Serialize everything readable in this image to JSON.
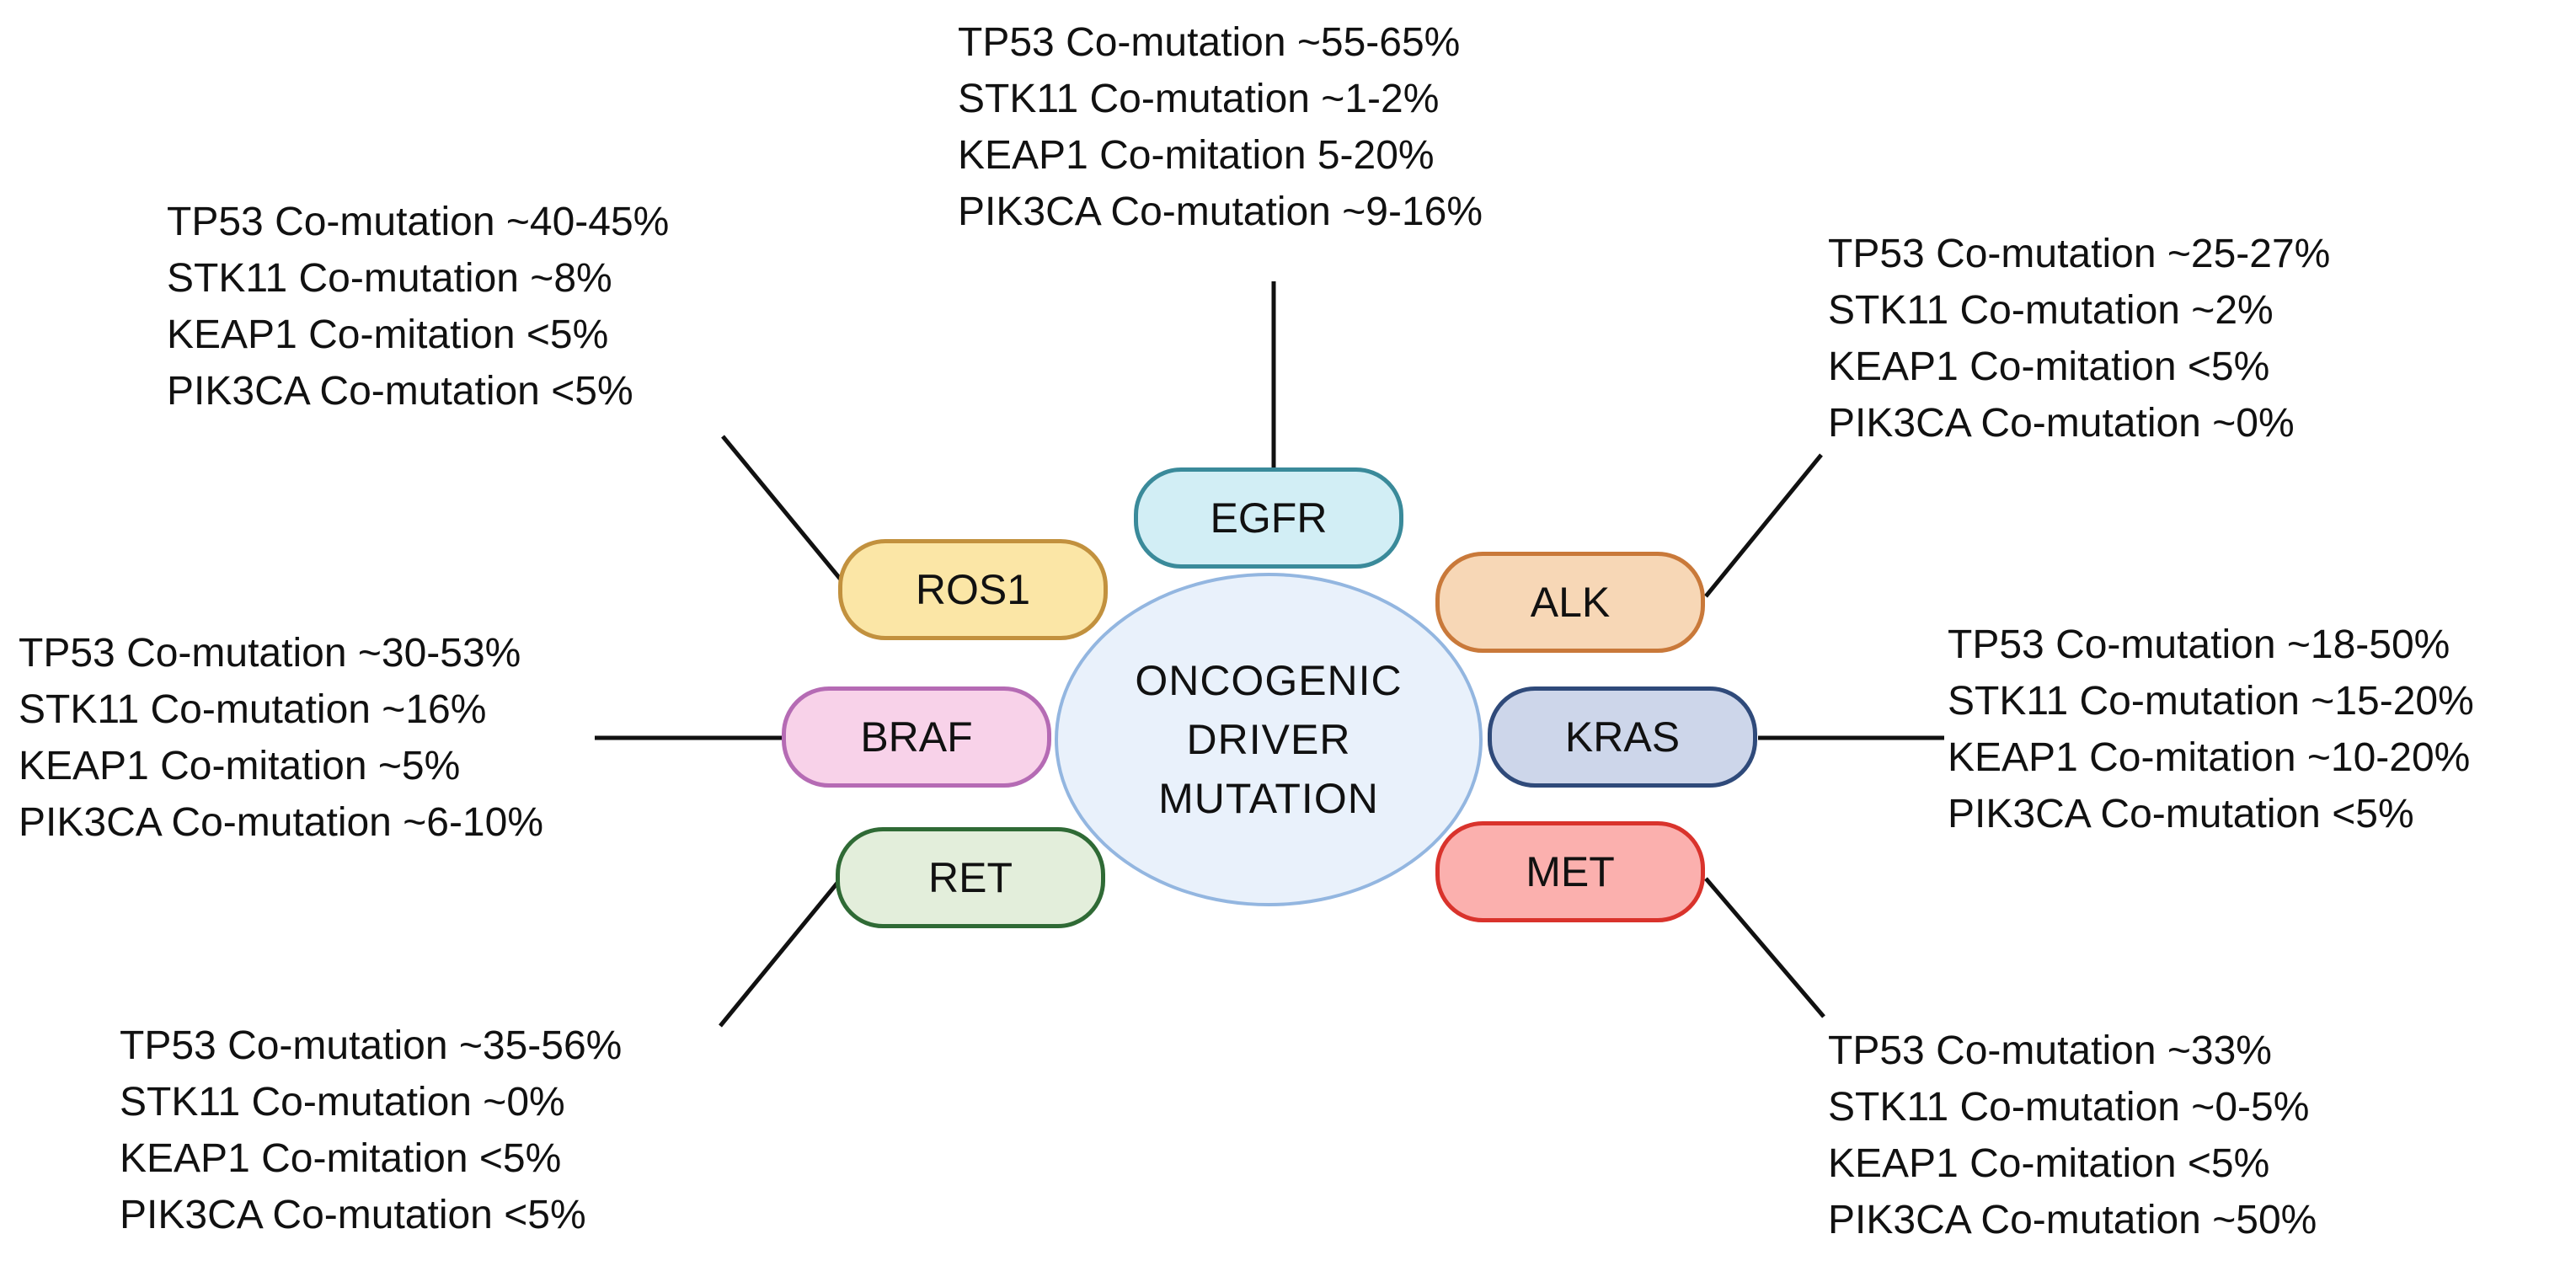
{
  "center": {
    "lines": [
      "ONCOGENIC",
      "DRIVER",
      "MUTATION"
    ]
  },
  "drivers": [
    {
      "key": "egfr",
      "label": "EGFR",
      "fill": "#d2eef5",
      "stroke": "#3a8a9a",
      "lines": [
        "TP53 Co-mutation ~55-65%",
        "STK11 Co-mutation ~1-2%",
        "KEAP1 Co-mitation 5-20%",
        "PIK3CA Co-mutation ~9-16%"
      ]
    },
    {
      "key": "ros1",
      "label": "ROS1",
      "fill": "#fbe6a6",
      "stroke": "#c2913e",
      "lines": [
        "TP53 Co-mutation ~40-45%",
        "STK11 Co-mutation ~8%",
        "KEAP1 Co-mitation <5%",
        "PIK3CA Co-mutation <5%"
      ]
    },
    {
      "key": "alk",
      "label": "ALK",
      "fill": "#f7d7b6",
      "stroke": "#c9793a",
      "lines": [
        "TP53 Co-mutation ~25-27%",
        "STK11 Co-mutation ~2%",
        "KEAP1 Co-mitation <5%",
        "PIK3CA Co-mutation ~0%"
      ]
    },
    {
      "key": "braf",
      "label": "BRAF",
      "fill": "#f8d2e9",
      "stroke": "#b56bb4",
      "lines": [
        "TP53 Co-mutation ~30-53%",
        "STK11 Co-mutation ~16%",
        "KEAP1 Co-mitation ~5%",
        "PIK3CA Co-mutation ~6-10%"
      ]
    },
    {
      "key": "kras",
      "label": "KRAS",
      "fill": "#cdd6ea",
      "stroke": "#2f4a7a",
      "lines": [
        "TP53 Co-mutation ~18-50%",
        "STK11 Co-mutation ~15-20%",
        "KEAP1 Co-mitation ~10-20%",
        "PIK3CA Co-mutation <5%"
      ]
    },
    {
      "key": "ret",
      "label": "RET",
      "fill": "#e3eedb",
      "stroke": "#2f6a35",
      "lines": [
        "TP53 Co-mutation ~35-56%",
        "STK11 Co-mutation ~0%",
        "KEAP1 Co-mitation <5%",
        "PIK3CA Co-mutation <5%"
      ]
    },
    {
      "key": "met",
      "label": "MET",
      "fill": "#fbb0ae",
      "stroke": "#d9332c",
      "lines": [
        "TP53 Co-mutation ~33%",
        "STK11 Co-mutation ~0-5%",
        "KEAP1 Co-mitation <5%",
        "PIK3CA Co-mutation ~50%"
      ]
    }
  ]
}
